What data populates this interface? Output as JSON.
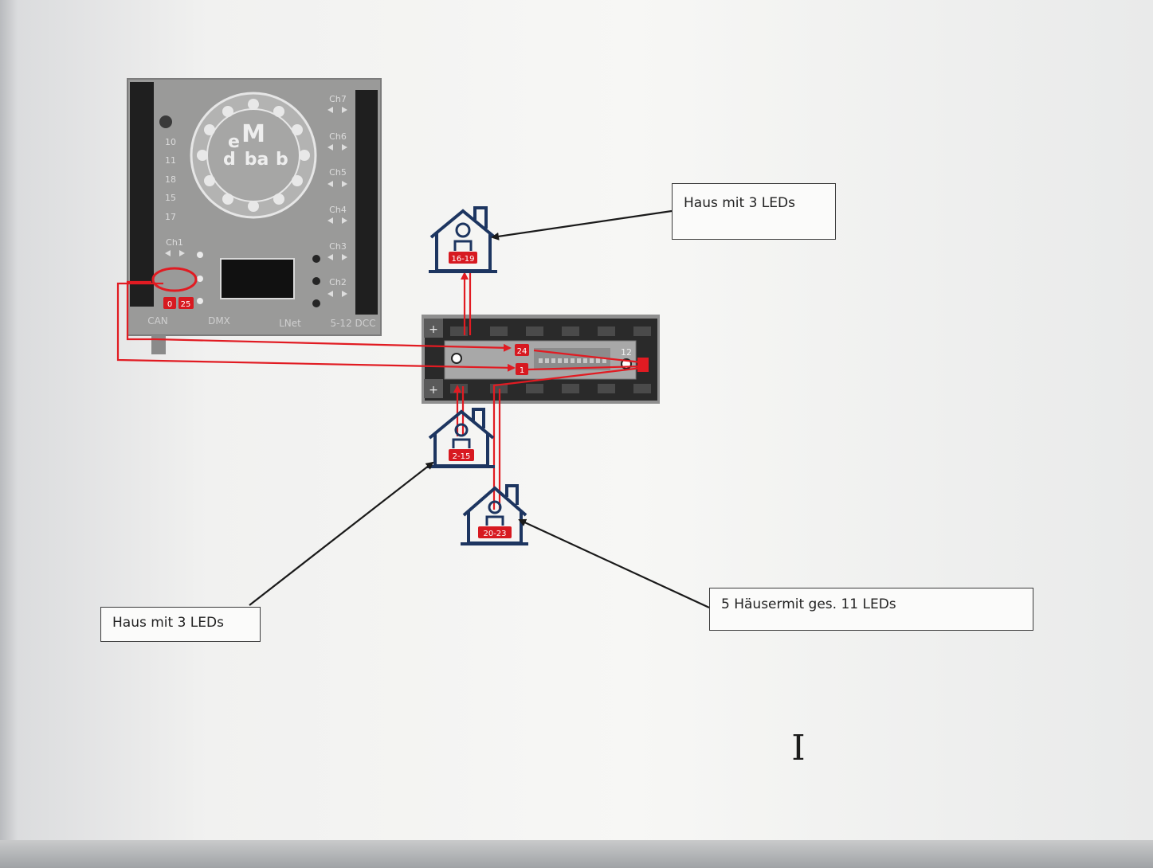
{
  "controller": {
    "logo_letters": [
      "e",
      "M",
      "d",
      "ba",
      "b"
    ],
    "channels": [
      "Ch7",
      "Ch6",
      "Ch5",
      "Ch4",
      "Ch3",
      "Ch2",
      "Ch1"
    ],
    "side_labels": [
      "10",
      "11",
      "18",
      "15",
      "17"
    ],
    "ports": [
      "CAN",
      "DMX",
      "LNet",
      "5-12 DCC"
    ],
    "led_badges": [
      "0",
      "25"
    ]
  },
  "board": {
    "badges": [
      "24",
      "1"
    ],
    "label_12": "12",
    "side_label": "+"
  },
  "houses": [
    {
      "id": "house-top",
      "badge": "16-19"
    },
    {
      "id": "house-mid",
      "badge": "2-15"
    },
    {
      "id": "house-bottom",
      "badge": "20-23"
    }
  ],
  "callouts": {
    "top": "Haus mit 3 LEDs",
    "left": "Haus mit 3 LEDs",
    "right": "5 Häusermit ges. 11 LEDs"
  },
  "cursor_glyph": "I",
  "colors": {
    "wire": "#e11b22",
    "house_stroke": "#1d3560",
    "badge_fill": "#d71920",
    "controller_body": "#9b9b9b",
    "board_body": "#2b2b2b"
  }
}
